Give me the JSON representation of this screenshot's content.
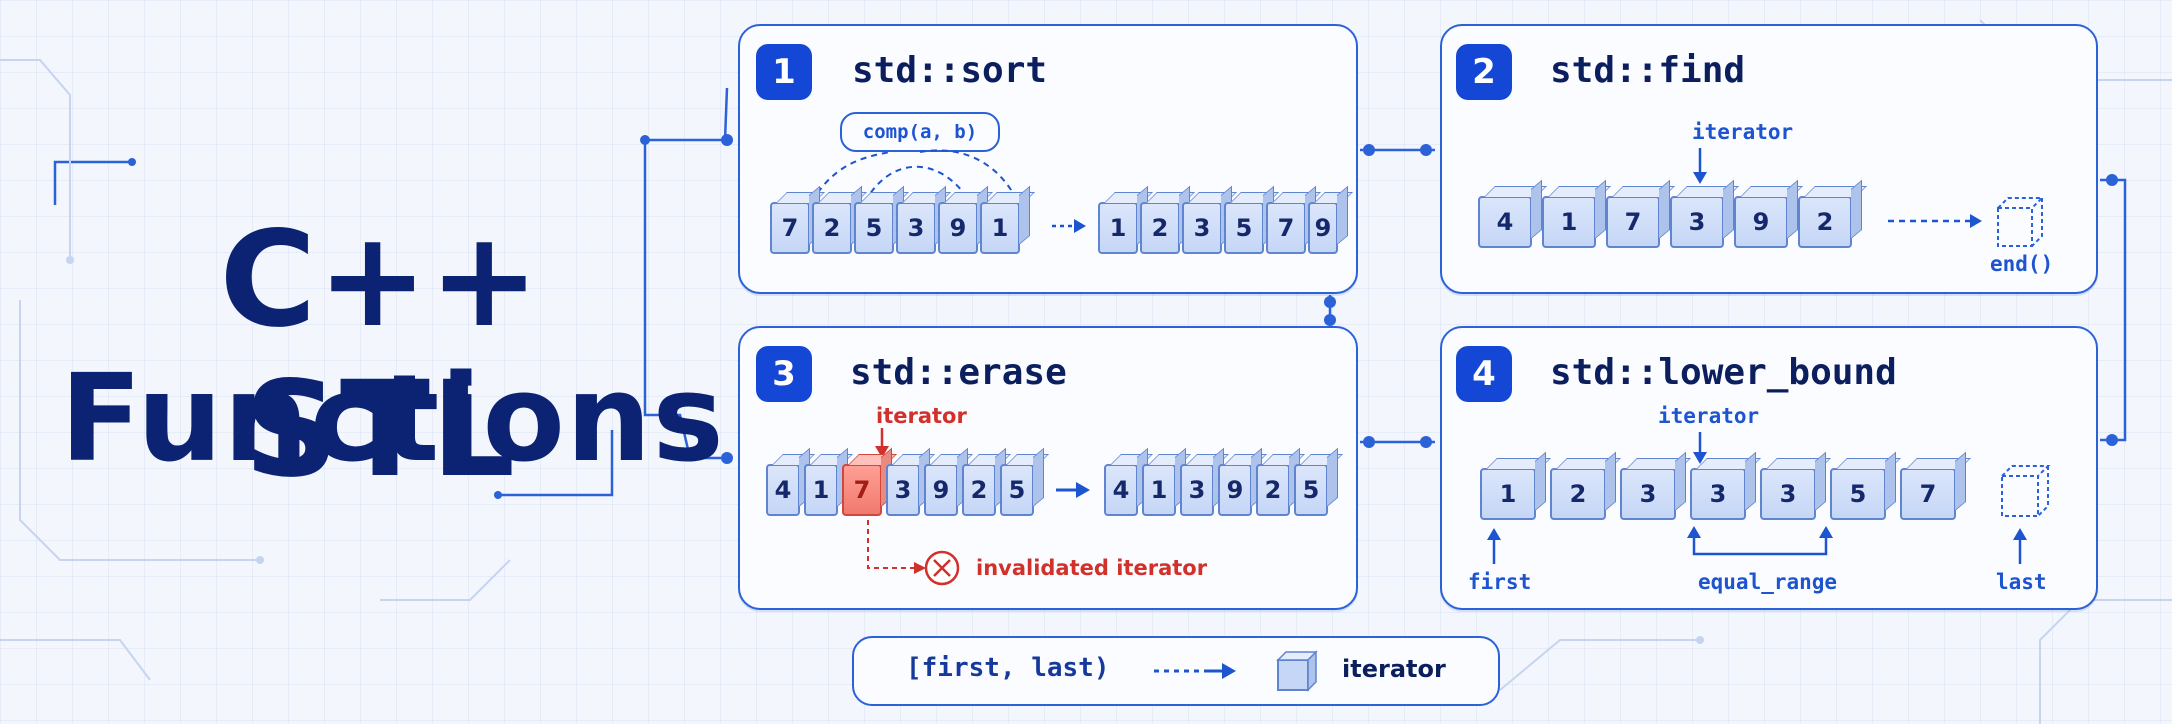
{
  "title": {
    "line1": "C++ STL",
    "line2": "Functions"
  },
  "panels": [
    {
      "number": "1",
      "name": "std::sort",
      "comparator": "comp(a, b)",
      "input": [
        "7",
        "2",
        "5",
        "3",
        "9",
        "1"
      ],
      "output": [
        "1",
        "2",
        "3",
        "5",
        "7",
        "9"
      ]
    },
    {
      "number": "2",
      "name": "std::find",
      "iterator_label": "iterator",
      "values": [
        "4",
        "1",
        "7",
        "3",
        "9",
        "2"
      ],
      "end_label": "end()"
    },
    {
      "number": "3",
      "name": "std::erase",
      "iterator_label": "iterator",
      "input": [
        "4",
        "1",
        "7",
        "3",
        "9",
        "2",
        "5"
      ],
      "output": [
        "4",
        "1",
        "3",
        "9",
        "2",
        "5"
      ],
      "invalidated_label": "invalidated iterator"
    },
    {
      "number": "4",
      "name": "std::lower_bound",
      "iterator_label": "iterator",
      "values": [
        "1",
        "2",
        "3",
        "3",
        "3",
        "5",
        "7"
      ],
      "first_label": "first",
      "equal_range_label": "equal_range",
      "last_label": "last"
    }
  ],
  "legend": {
    "range": "[first, last)",
    "iterator": "iterator"
  },
  "colors": {
    "accent": "#1447d6",
    "text": "#0b2372",
    "highlight": "#f07a6f"
  }
}
